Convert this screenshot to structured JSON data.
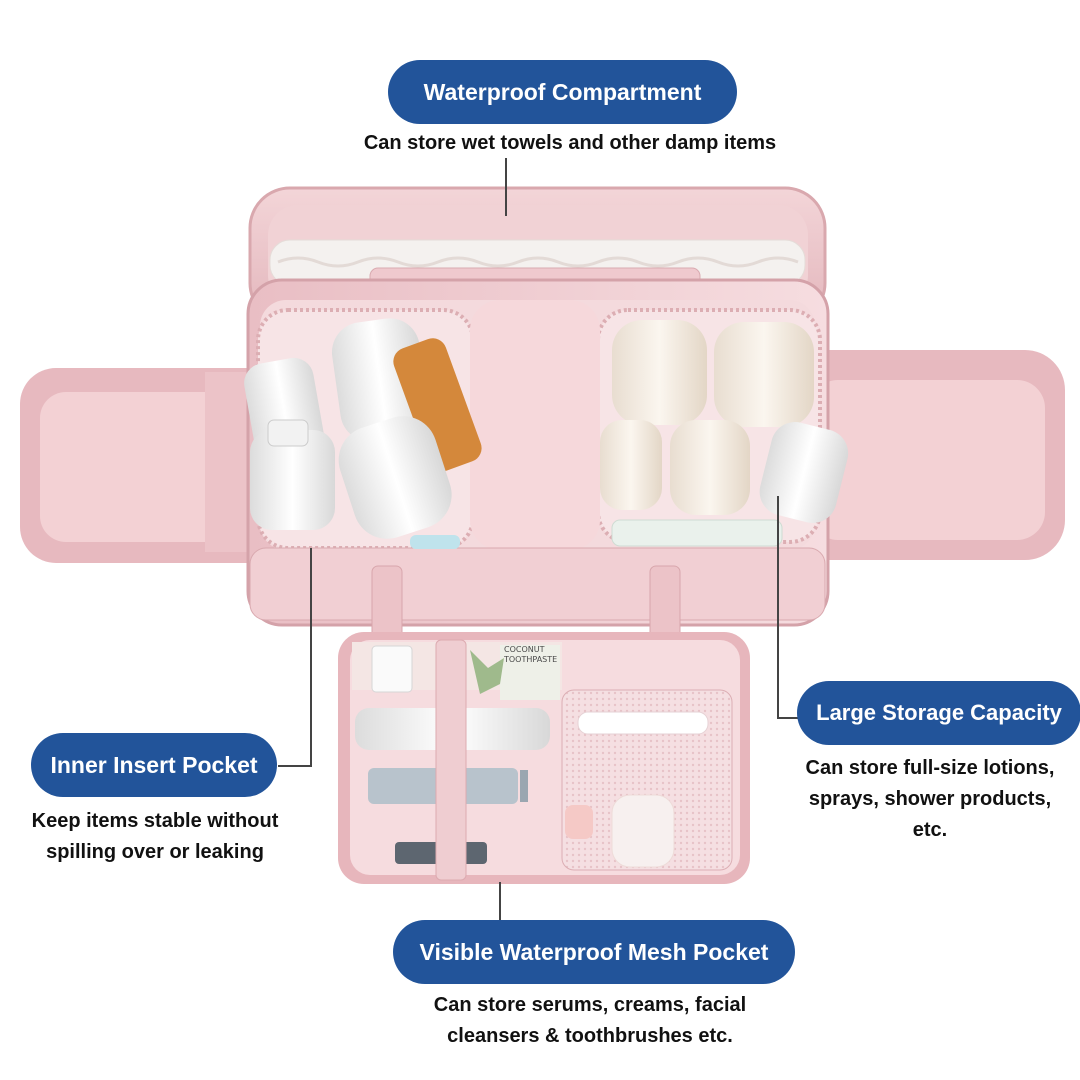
{
  "callouts": {
    "waterproof_compartment": {
      "title": "Waterproof Compartment",
      "description": "Can store wet towels and other damp items"
    },
    "large_storage": {
      "title": "Large Storage Capacity",
      "description": "Can store full-size lotions,\nsprays, shower products,\netc."
    },
    "inner_insert": {
      "title": "Inner Insert Pocket",
      "description": "Keep items stable without\nspilling over or leaking"
    },
    "mesh_pocket": {
      "title": "Visible Waterproof Mesh Pocket",
      "description": "Can store serums, creams, facial\ncleansers & toothbrushes etc."
    }
  },
  "product": {
    "printed_text": "COCONUT TOOTHPASTE"
  },
  "colors": {
    "pill_background": "#22549a",
    "pill_text": "#ffffff",
    "description_text": "#111111",
    "bag_pink": "#ecc6cb",
    "leader_line": "#444444"
  }
}
